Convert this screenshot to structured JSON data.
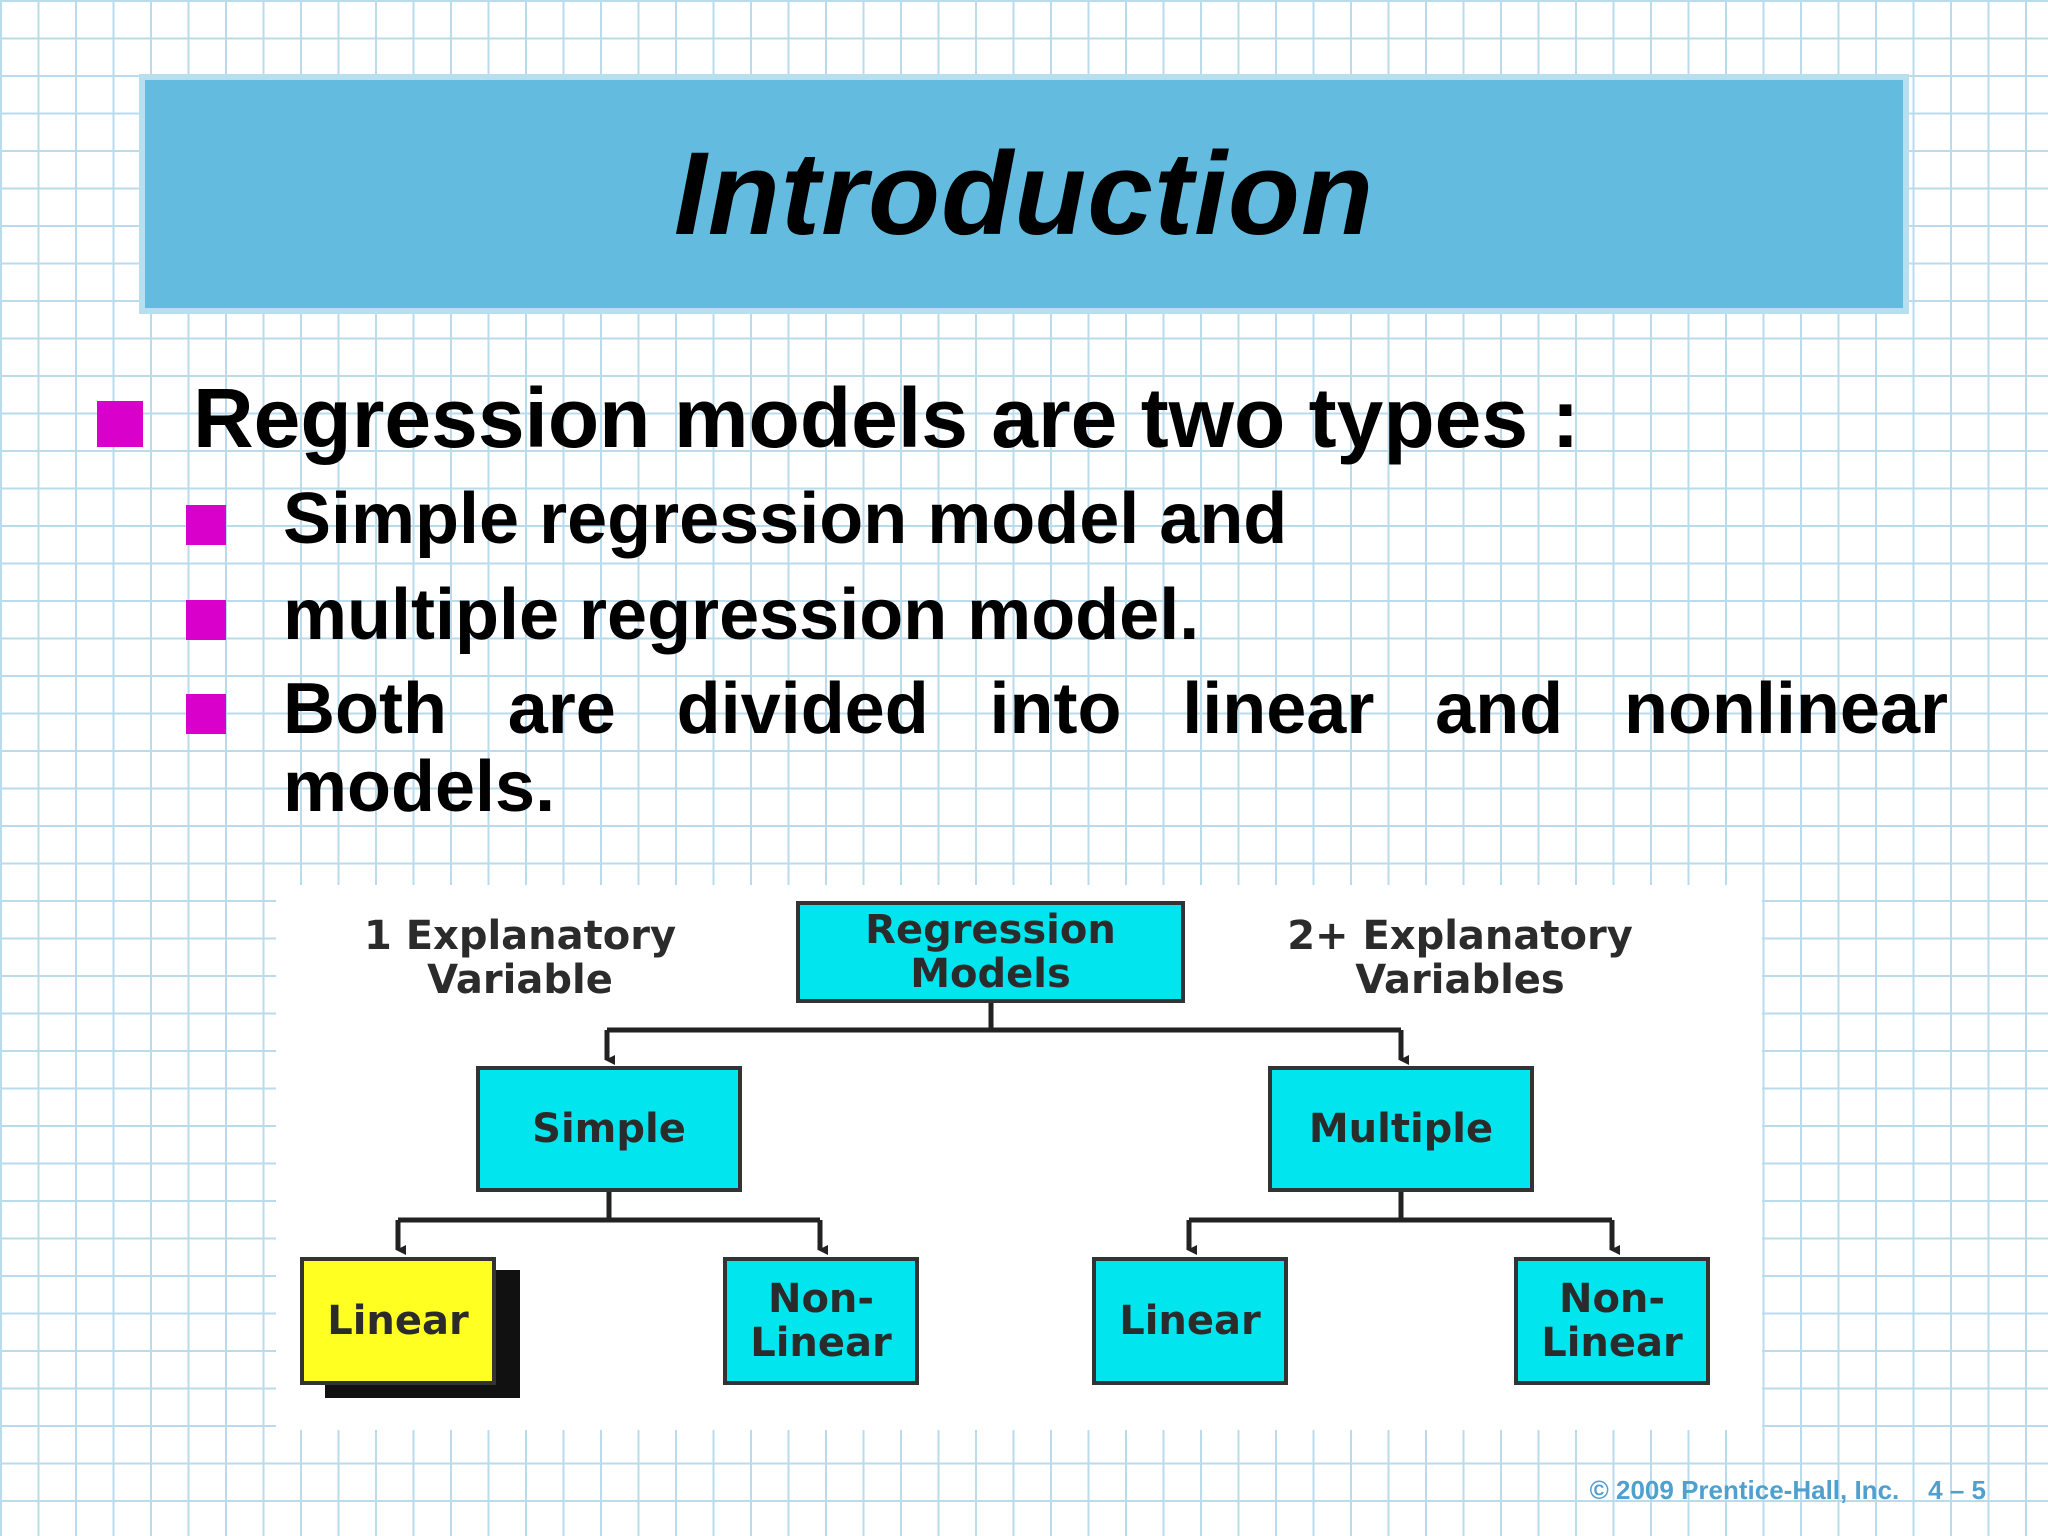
{
  "slide": {
    "title": "Introduction",
    "bullet_main": "Regression models are two types :",
    "sub_bullets": [
      "Simple regression model and",
      "multiple regression model.",
      "Both are divided into linear and nonlinear models."
    ],
    "footer": {
      "copyright": "© 2009 Prentice-Hall, Inc.",
      "page": "4 – 5"
    }
  },
  "diagram": {
    "root": "Regression Models",
    "left_label": "1 Explanatory Variable",
    "right_label": "2+ Explanatory Variables",
    "simple": "Simple",
    "multiple": "Multiple",
    "simple_linear": "Linear",
    "simple_nonlinear": "Non-Linear",
    "multiple_linear": "Linear",
    "multiple_nonlinear": "Non-Linear"
  },
  "colors": {
    "title_bar": "#63bce0",
    "bullet": "#d900cc",
    "node": "#00e5ee",
    "highlight_node": "#ffff22",
    "footer": "#4f9fcf"
  }
}
